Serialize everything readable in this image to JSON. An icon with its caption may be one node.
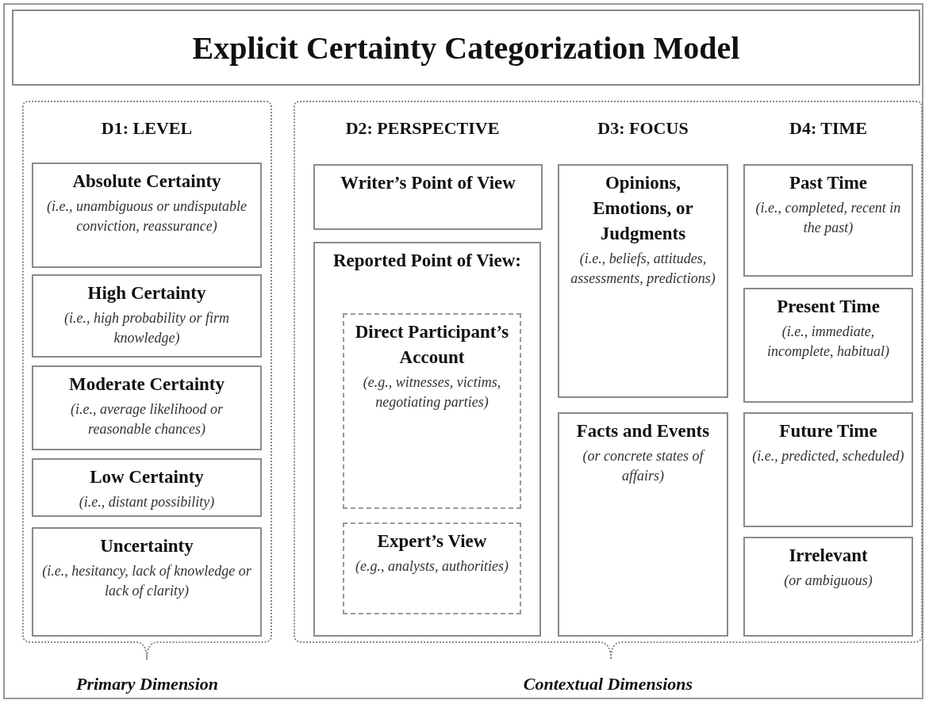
{
  "diagram": {
    "title": "Explicit Certainty Categorization Model",
    "nodes": [
      {
        "text": [
          "Primary Dimension"
        ]
      },
      {
        "text": [
          "D1: LEVEL"
        ],
        "in": 0
      },
      {
        "text": [
          "Absolute Certainty",
          "(i.e., unambiguous or undisputable conviction, reassurance)"
        ],
        "in": 0
      },
      {
        "text": [
          "High Certainty",
          "(i.e., high probability or firm knowledge)"
        ],
        "in": 0
      },
      {
        "text": [
          "Moderate Certainty",
          "(i.e., average likelihood or reasonable chances)"
        ],
        "in": 0
      },
      {
        "text": [
          "Low Certainty",
          "(i.e., distant possibility)"
        ],
        "in": 0
      },
      {
        "text": [
          "Uncertainty",
          "(i.e., hesitancy, lack of knowledge or lack of clarity)"
        ],
        "in": 0
      },
      {
        "text": [
          "Contextual Dimensions"
        ]
      },
      {
        "text": [
          "D2: PERSPECTIVE"
        ],
        "in": 7
      },
      {
        "text": [
          "D3: FOCUS"
        ],
        "in": 7
      },
      {
        "text": [
          "D4: TIME"
        ],
        "in": 7
      },
      {
        "text": [
          "Writer’s Point of View"
        ],
        "in": 7
      },
      {
        "text": [
          "Reported Point of View:"
        ],
        "in": 7
      },
      {
        "text": [
          "Direct Participant’s Account",
          "(e.g., witnesses, victims, negotiating parties)"
        ],
        "in": 12
      },
      {
        "text": [
          "Expert’s View",
          "(e.g., analysts, authorities)"
        ],
        "in": 12
      },
      {
        "text": [
          "Opinions, Emotions, or Judgments",
          "(i.e., beliefs, attitudes, assessments, predictions)"
        ],
        "in": 7
      },
      {
        "text": [
          "Facts and Events",
          "(or concrete states of affairs)"
        ],
        "in": 7
      },
      {
        "text": [
          "Past Time",
          "(i.e., completed, recent in the past)"
        ],
        "in": 7
      },
      {
        "text": [
          "Present Time",
          "(i.e., immediate, incomplete, habitual)"
        ],
        "in": 7
      },
      {
        "text": [
          "Future Time",
          "(i.e., predicted, scheduled)"
        ],
        "in": 7
      },
      {
        "text": [
          "Irrelevant",
          "(or ambiguous)"
        ],
        "in": 7
      }
    ],
    "edges": []
  }
}
